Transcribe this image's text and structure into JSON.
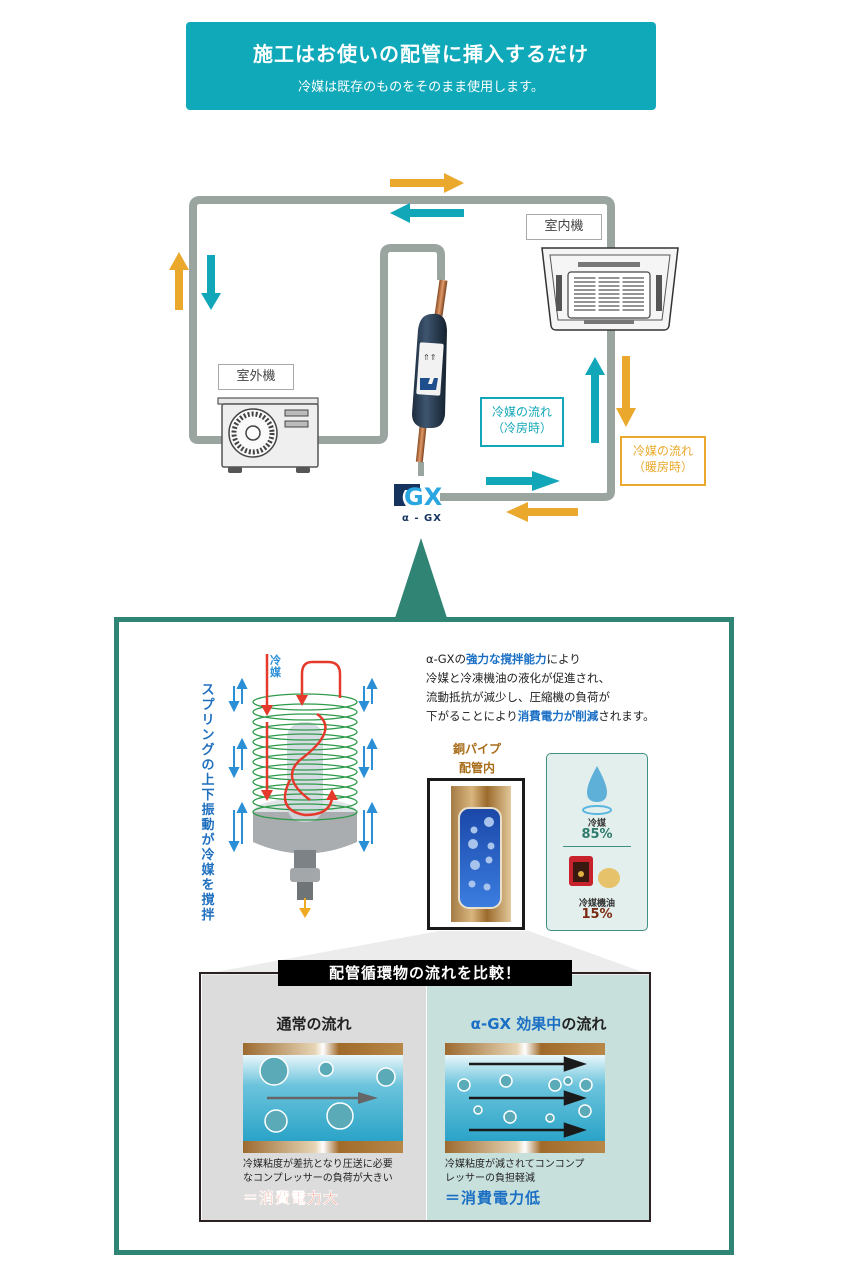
{
  "banner": {
    "title": "施工はお使いの配管に挿入するだけ",
    "subtitle": "冷媒は既存のものをそのまま使用します。",
    "color": "#0fa9b9"
  },
  "diagram": {
    "outdoor_label": "室外機",
    "indoor_label": "室内機",
    "cooling_flow": {
      "line1": "冷媒の流れ",
      "line2": "（冷房時）",
      "color": "#12a7b8"
    },
    "heating_flow": {
      "line1": "冷媒の流れ",
      "line2": "（暖房時）",
      "color": "#eaa92c"
    },
    "product_logo": "GX",
    "product_name": "α - GX",
    "pipe_color": "#9aa59f"
  },
  "detail": {
    "frame_color": "#2f8473",
    "spring_caption": "スプリングの上下振動が冷媒を撹拌",
    "refrigerant_label": "冷媒",
    "description": {
      "l1_a": "α-GXの",
      "l1_hl": "強力な撹拌能力",
      "l1_b": "により",
      "l2": "冷媒と冷凍機油の液化が促進され、",
      "l3": "流動抵抗が減少し、圧縮機の負荷が",
      "l4_a": "下がることにより",
      "l4_hl": "消費電力が削減",
      "l4_b": "されます。"
    },
    "copper_pipe_label_1": "銅パイプ",
    "copper_pipe_label_2": "配管内",
    "ratio": {
      "refrigerant_label": "冷媒",
      "refrigerant_pct": "85%",
      "oil_label": "冷媒機油",
      "oil_pct": "15%"
    }
  },
  "comparison": {
    "title": "配管循環物の流れを比較！",
    "normal": {
      "heading": "通常の流れ",
      "note_1": "冷媒粘度が差抗となり圧送に必要",
      "note_2": "なコンプレッサーの負荷が大きい",
      "result": "＝消費電力大"
    },
    "gx": {
      "heading_prefix": "α-GX 効果中",
      "heading_suffix": "の流れ",
      "note_1": "冷媒粘度が減されてコンコンプ",
      "note_2": "レッサーの負担軽減",
      "result": "＝消費電力低"
    }
  }
}
